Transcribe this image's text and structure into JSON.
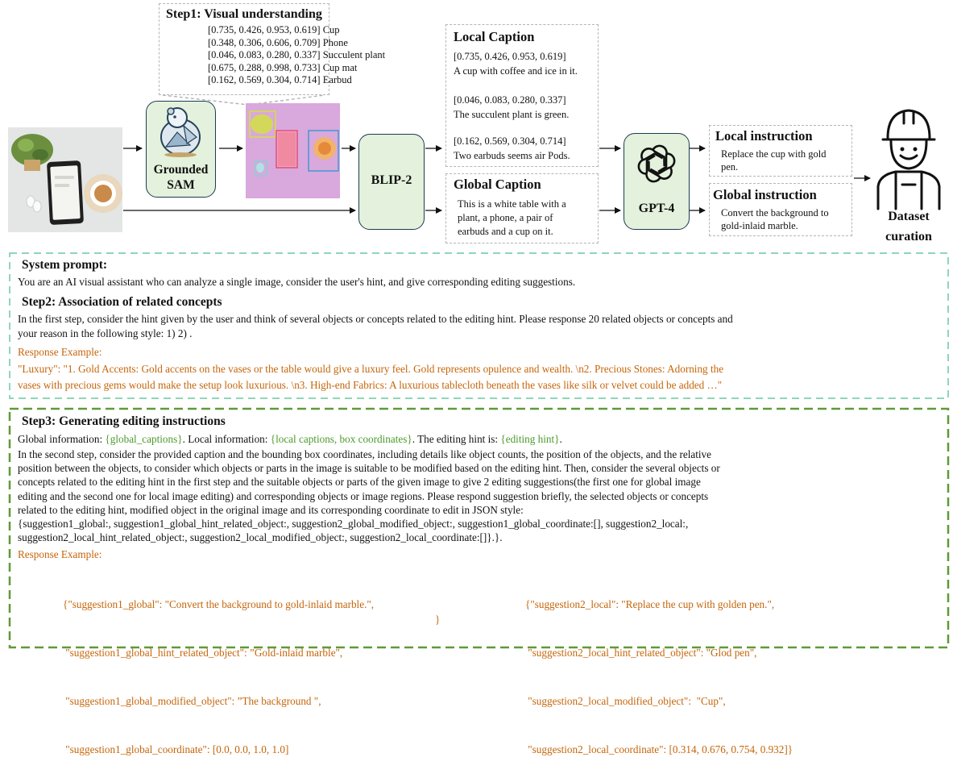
{
  "step1": {
    "title": "Step1: Visual understanding",
    "lines": [
      "[0.735, 0.426, 0.953, 0.619] Cup",
      "[0.348, 0.306, 0.606, 0.709] Phone",
      "[0.046, 0.083, 0.280, 0.337] Succulent plant",
      "[0.675, 0.288, 0.998, 0.733] Cup mat",
      "[0.162, 0.569, 0.304, 0.714] Earbud"
    ]
  },
  "nodes": {
    "sam_line1": "Grounded",
    "sam_line2": "SAM",
    "blip": "BLIP-2",
    "gpt": "GPT-4",
    "dataset_line1": "Dataset",
    "dataset_line2": "curation"
  },
  "local_caption": {
    "title": "Local Caption",
    "items": [
      {
        "coord": "[0.735, 0.426, 0.953, 0.619]",
        "text": "A cup with coffee and ice in it."
      },
      {
        "coord": "[0.046, 0.083, 0.280, 0.337]",
        "text": "The succulent plant is green."
      },
      {
        "coord": "[0.162, 0.569, 0.304, 0.714]",
        "text": "Two earbuds seems air Pods."
      }
    ]
  },
  "global_caption": {
    "title": "Global Caption",
    "lines": [
      "This is a white table with a",
      "plant, a phone, a pair of",
      "earbuds and a cup on it."
    ]
  },
  "local_instruction": {
    "title": "Local instruction",
    "lines": [
      "Replace the cup with gold",
      "pen."
    ]
  },
  "global_instruction": {
    "title": "Global instruction",
    "lines": [
      "Convert the background to",
      "gold-inlaid marble."
    ]
  },
  "step2": {
    "sys_title": "System prompt:",
    "sys_text": "You are an AI visual assistant who can analyze a single image, consider the user's hint, and give corresponding editing suggestions.",
    "title": "Step2: Association of related concepts",
    "text1": "In the first step, consider the hint given by the user and think of several objects or concepts related to the editing hint. Please response 20 related objects or concepts and",
    "text2": "your reason in the following style: 1)  2) .",
    "resp_label": "Response Example:",
    "resp1": "\"Luxury\": \"1. Gold Accents: Gold accents on the vases or the table would give a luxury feel. Gold represents opulence and wealth. \\n2. Precious Stones: Adorning the",
    "resp2": "vases with precious gems would make the setup look luxurious. \\n3. High-end Fabrics: A luxurious tablecloth beneath the vases like silk or velvet could be added …\""
  },
  "step3": {
    "title": "Step3: Generating editing instructions",
    "info_a": "Global information: ",
    "info_b": "{global_captions}",
    "info_c": ". Local information: ",
    "info_d": "{local captions, box coordinates}",
    "info_e": ". The editing hint is: ",
    "info_f": "{editing hint}",
    "info_g": ".",
    "lines": [
      "In the second step, consider the provided caption and the bounding box coordinates, including details like object counts, the position of the objects, and the relative",
      "position between the objects, to consider which objects or parts in the image is suitable to be modified based on the editing hint. Then, consider the several objects or",
      "concepts related to the editing hint in the first step and the suitable objects or parts of the given image to give 2 editing suggestions(the first one for global image",
      "editing and the second one for local image editing) and corresponding objects or image regions. Please respond suggestion briefly, the selected objects or concepts",
      "related to the editing hint, modified object in the original image and its corresponding coordinate to edit in JSON style:",
      "{suggestion1_global:, suggestion1_global_hint_related_object:, suggestion2_global_modified_object:, suggestion1_global_coordinate:[], suggestion2_local:,",
      "suggestion2_local_hint_related_object:, suggestion2_local_modified_object:, suggestion2_local_coordinate:[]}.}."
    ],
    "resp_label": "Response Example:",
    "resp_left": [
      "{\"suggestion1_global\": \"Convert the background to gold-inlaid marble.\",",
      " \"suggestion1_global_hint_related_object\": ”Gold-inlaid marble\",",
      " \"suggestion1_global_modified_object\": ”The background \",",
      " \"suggestion1_global_coordinate\": [0.0, 0.0, 1.0, 1.0]"
    ],
    "resp_left_close": "}",
    "resp_right": [
      "{\"suggestion2_local\": \"Replace the cup with golden pen.\",",
      " \"suggestion2_local_hint_related_object\": \"Glod pen\",",
      " \"suggestion2_local_modified_object\":  \"Cup\",",
      " \"suggestion2_local_coordinate\": [0.314, 0.676, 0.754, 0.932]}"
    ]
  },
  "colors": {
    "node_fill": "#e4f1dc",
    "node_border": "#1d3b52",
    "section_border": "#7fd1b0",
    "orange": "#c5650a",
    "green": "#4a9a2c"
  },
  "icons": [
    "table-photo",
    "polar-bear-icon",
    "segmented-photo",
    "openai-logo-icon",
    "worker-icon"
  ]
}
